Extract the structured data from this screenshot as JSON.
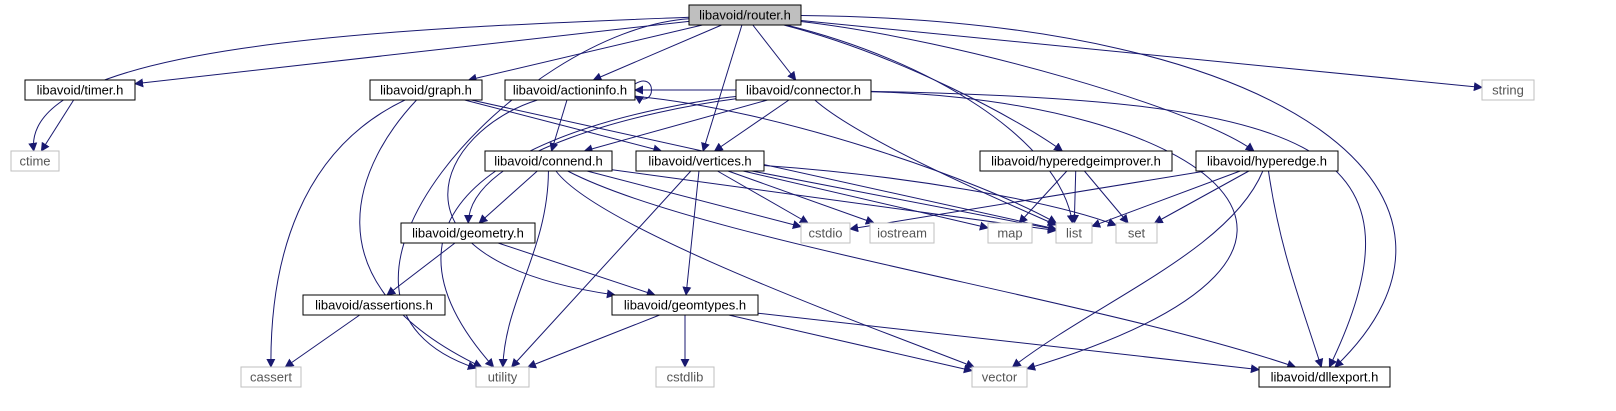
{
  "diagram": {
    "nodes": [
      {
        "id": "router",
        "label": "libavoid/router.h",
        "kind": "root"
      },
      {
        "id": "timer",
        "label": "libavoid/timer.h",
        "kind": "header"
      },
      {
        "id": "graph",
        "label": "libavoid/graph.h",
        "kind": "header"
      },
      {
        "id": "actioninfo",
        "label": "libavoid/actioninfo.h",
        "kind": "header"
      },
      {
        "id": "connector",
        "label": "libavoid/connector.h",
        "kind": "header"
      },
      {
        "id": "string",
        "label": "string",
        "kind": "system"
      },
      {
        "id": "ctime",
        "label": "ctime",
        "kind": "system"
      },
      {
        "id": "connend",
        "label": "libavoid/connend.h",
        "kind": "header"
      },
      {
        "id": "vertices",
        "label": "libavoid/vertices.h",
        "kind": "header"
      },
      {
        "id": "hyperedgeimprover",
        "label": "libavoid/hyperedgeimprover.h",
        "kind": "header"
      },
      {
        "id": "hyperedge",
        "label": "libavoid/hyperedge.h",
        "kind": "header"
      },
      {
        "id": "geometry",
        "label": "libavoid/geometry.h",
        "kind": "header"
      },
      {
        "id": "cstdio",
        "label": "cstdio",
        "kind": "system"
      },
      {
        "id": "iostream",
        "label": "iostream",
        "kind": "system"
      },
      {
        "id": "map",
        "label": "map",
        "kind": "system"
      },
      {
        "id": "list",
        "label": "list",
        "kind": "system"
      },
      {
        "id": "set",
        "label": "set",
        "kind": "system"
      },
      {
        "id": "assertions",
        "label": "libavoid/assertions.h",
        "kind": "header"
      },
      {
        "id": "geomtypes",
        "label": "libavoid/geomtypes.h",
        "kind": "header"
      },
      {
        "id": "cassert",
        "label": "cassert",
        "kind": "system"
      },
      {
        "id": "utility",
        "label": "utility",
        "kind": "system"
      },
      {
        "id": "cstdlib",
        "label": "cstdlib",
        "kind": "system"
      },
      {
        "id": "vector",
        "label": "vector",
        "kind": "system"
      },
      {
        "id": "dllexport",
        "label": "libavoid/dllexport.h",
        "kind": "header"
      }
    ],
    "edges": [
      [
        "router",
        "timer"
      ],
      [
        "router",
        "graph"
      ],
      [
        "router",
        "actioninfo"
      ],
      [
        "router",
        "connector"
      ],
      [
        "router",
        "string"
      ],
      [
        "router",
        "ctime"
      ],
      [
        "router",
        "utility"
      ],
      [
        "router",
        "vertices"
      ],
      [
        "router",
        "list"
      ],
      [
        "router",
        "hyperedgeimprover"
      ],
      [
        "router",
        "hyperedge"
      ],
      [
        "router",
        "dllexport"
      ],
      [
        "timer",
        "ctime"
      ],
      [
        "graph",
        "vertices"
      ],
      [
        "graph",
        "list"
      ],
      [
        "graph",
        "cassert"
      ],
      [
        "graph",
        "utility"
      ],
      [
        "actioninfo",
        "actioninfo"
      ],
      [
        "actioninfo",
        "connend"
      ],
      [
        "actioninfo",
        "geomtypes"
      ],
      [
        "actioninfo",
        "list"
      ],
      [
        "connector",
        "actioninfo"
      ],
      [
        "connector",
        "connend"
      ],
      [
        "connector",
        "vertices"
      ],
      [
        "connector",
        "geometry"
      ],
      [
        "connector",
        "utility"
      ],
      [
        "connector",
        "list"
      ],
      [
        "connector",
        "vector"
      ],
      [
        "connector",
        "dllexport"
      ],
      [
        "connend",
        "geometry"
      ],
      [
        "connend",
        "cstdio"
      ],
      [
        "connend",
        "list"
      ],
      [
        "connend",
        "utility"
      ],
      [
        "connend",
        "vector"
      ],
      [
        "connend",
        "dllexport"
      ],
      [
        "vertices",
        "geomtypes"
      ],
      [
        "vertices",
        "utility"
      ],
      [
        "vertices",
        "cstdio"
      ],
      [
        "vertices",
        "iostream"
      ],
      [
        "vertices",
        "map"
      ],
      [
        "vertices",
        "list"
      ],
      [
        "vertices",
        "set"
      ],
      [
        "hyperedgeimprover",
        "map"
      ],
      [
        "hyperedgeimprover",
        "list"
      ],
      [
        "hyperedgeimprover",
        "set"
      ],
      [
        "hyperedge",
        "cstdio"
      ],
      [
        "hyperedge",
        "list"
      ],
      [
        "hyperedge",
        "set"
      ],
      [
        "hyperedge",
        "vector"
      ],
      [
        "hyperedge",
        "dllexport"
      ],
      [
        "geometry",
        "assertions"
      ],
      [
        "geometry",
        "geomtypes"
      ],
      [
        "assertions",
        "cassert"
      ],
      [
        "geomtypes",
        "utility"
      ],
      [
        "geomtypes",
        "cstdlib"
      ],
      [
        "geomtypes",
        "vector"
      ],
      [
        "geomtypes",
        "dllexport"
      ]
    ],
    "colors": {
      "edge": "#191970",
      "header_border": "#000000",
      "system_border": "#bfbfbf",
      "system_text": "#555555",
      "root_fill": "#bfbfbf"
    }
  }
}
